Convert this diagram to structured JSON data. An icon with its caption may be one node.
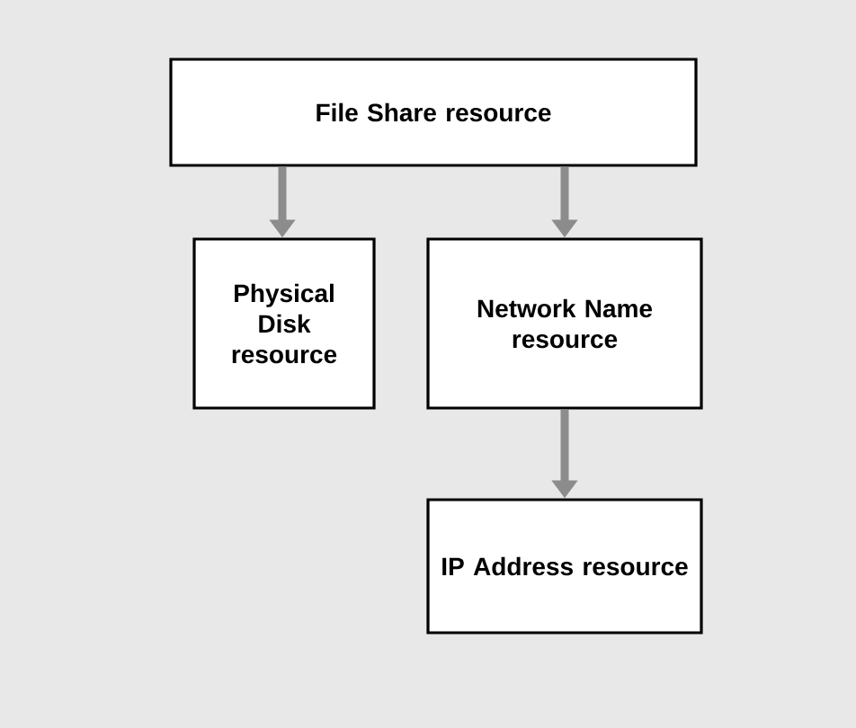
{
  "diagram": {
    "nodes": [
      {
        "text": [
          "File Share resource"
        ]
      },
      {
        "text": [
          "Physical Disk resource"
        ]
      },
      {
        "text": [
          "Network Name resource"
        ]
      },
      {
        "text": [
          "IP Address resource"
        ]
      }
    ],
    "edges": [
      {
        "from": 0,
        "to": 1,
        "arrow": "to"
      },
      {
        "from": 0,
        "to": 2,
        "arrow": "to"
      },
      {
        "from": 2,
        "to": 3,
        "arrow": "to"
      }
    ]
  }
}
